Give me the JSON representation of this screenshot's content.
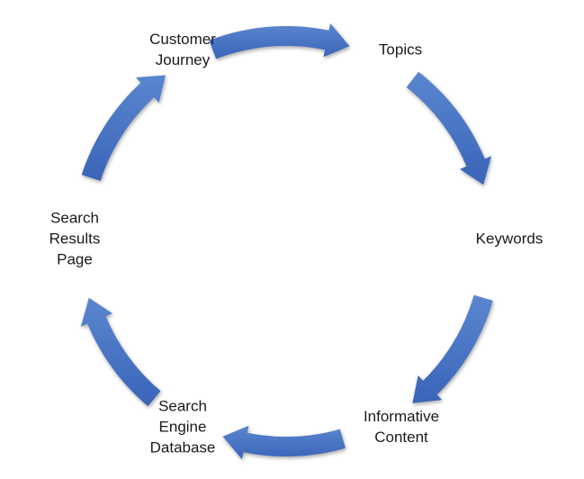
{
  "diagram": {
    "type": "cycle",
    "arrow_color": "#4472C4",
    "nodes": [
      {
        "id": "customer-journey",
        "lines": [
          "Customer",
          "Journey"
        ]
      },
      {
        "id": "topics",
        "lines": [
          "Topics"
        ]
      },
      {
        "id": "keywords",
        "lines": [
          "Keywords"
        ]
      },
      {
        "id": "informative-content",
        "lines": [
          "Informative",
          "Content"
        ]
      },
      {
        "id": "search-engine-database",
        "lines": [
          "Search",
          "Engine",
          "Database"
        ]
      },
      {
        "id": "search-results-page",
        "lines": [
          "Search",
          "Results",
          "Page"
        ]
      }
    ],
    "edges": [
      {
        "from": "customer-journey",
        "to": "topics"
      },
      {
        "from": "topics",
        "to": "keywords"
      },
      {
        "from": "keywords",
        "to": "informative-content"
      },
      {
        "from": "informative-content",
        "to": "search-engine-database"
      },
      {
        "from": "search-engine-database",
        "to": "search-results-page"
      },
      {
        "from": "search-results-page",
        "to": "customer-journey"
      }
    ]
  }
}
